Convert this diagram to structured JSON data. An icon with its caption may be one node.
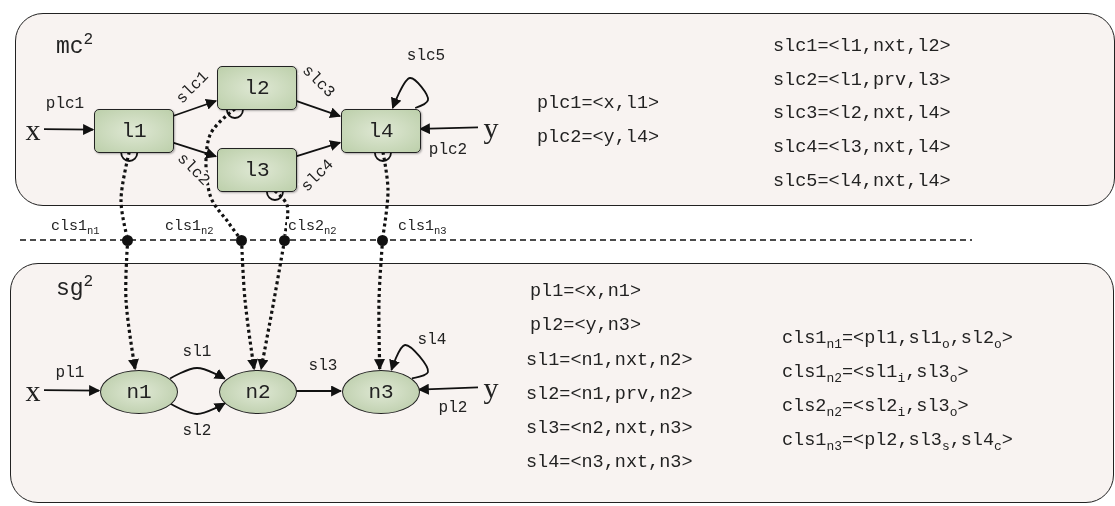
{
  "diagram": {
    "nodes": [
      {
        "text": [
          "mc$^{2}$"
        ]
      },
      {
        "text": [
          "l1"
        ],
        "in": 0
      },
      {
        "text": [
          "l2"
        ],
        "in": 0
      },
      {
        "text": [
          "l3"
        ],
        "in": 0
      },
      {
        "text": [
          "l4"
        ],
        "in": 0
      },
      {
        "text": [
          "x"
        ],
        "in": 0
      },
      {
        "text": [
          "y"
        ],
        "in": 0
      },
      {
        "text": [
          "sg$^{2}$"
        ]
      },
      {
        "text": [
          "n1"
        ],
        "in": 7
      },
      {
        "text": [
          "n2"
        ],
        "in": 7
      },
      {
        "text": [
          "n3"
        ],
        "in": 7
      },
      {
        "text": [
          "x"
        ],
        "in": 7
      },
      {
        "text": [
          "y"
        ],
        "in": 7
      },
      {
        "text": [],
        "shape": "circle",
        "beside": [
          "cls1$_{n1}$"
        ]
      },
      {
        "text": [],
        "shape": "circle",
        "beside": [
          "cls1$_{n2}$"
        ]
      },
      {
        "text": [],
        "shape": "circle",
        "beside": [
          "cls2$_{n2}$"
        ]
      },
      {
        "text": [],
        "shape": "circle",
        "beside": [
          "cls1$_{n3}$"
        ]
      }
    ],
    "edges": [
      {
        "from": 5,
        "to": 1,
        "arrow": "to",
        "label": "plc1"
      },
      {
        "from": 1,
        "to": 2,
        "arrow": "to",
        "label": "slc1"
      },
      {
        "from": 1,
        "to": 3,
        "arrow": "to",
        "label": "slc2"
      },
      {
        "from": 2,
        "to": 4,
        "arrow": "to",
        "label": "slc3"
      },
      {
        "from": 3,
        "to": 4,
        "arrow": "to",
        "label": "slc4"
      },
      {
        "from": 4,
        "to": 4,
        "arrow": "to",
        "label": "slc5"
      },
      {
        "from": 6,
        "to": 4,
        "arrow": "to",
        "label": "plc2"
      },
      {
        "from": 11,
        "to": 8,
        "arrow": "to",
        "label": "pl1"
      },
      {
        "from": 8,
        "to": 9,
        "arrow": "to",
        "label": "sl1"
      },
      {
        "from": 8,
        "to": 9,
        "arrow": "to",
        "label": "sl2"
      },
      {
        "from": 9,
        "to": 10,
        "arrow": "to",
        "label": "sl3"
      },
      {
        "from": 10,
        "to": 10,
        "arrow": "to",
        "label": "sl4"
      },
      {
        "from": 12,
        "to": 10,
        "arrow": "to",
        "label": "pl2"
      },
      {
        "from": 1,
        "to": 13,
        "arrow": "none",
        "style": "dashed"
      },
      {
        "from": 13,
        "to": 8,
        "arrow": "to",
        "style": "dashed"
      },
      {
        "from": 2,
        "to": 14,
        "arrow": "none",
        "style": "dashed"
      },
      {
        "from": 14,
        "to": 9,
        "arrow": "to",
        "style": "dashed"
      },
      {
        "from": 3,
        "to": 15,
        "arrow": "none",
        "style": "dashed"
      },
      {
        "from": 15,
        "to": 9,
        "arrow": "to",
        "style": "dashed"
      },
      {
        "from": 4,
        "to": 16,
        "arrow": "none",
        "style": "dashed"
      },
      {
        "from": 16,
        "to": 10,
        "arrow": "to",
        "style": "dashed"
      }
    ],
    "labels": [
      "plc1=<x,l1>",
      "plc2=<y,l4>",
      "slc1=<l1,nxt,l2>",
      "slc2=<l1,prv,l3>",
      "slc3=<l2,nxt,l4>",
      "slc4=<l3,nxt,l4>",
      "slc5=<l4,nxt,l4>",
      "pl1=<x,n1>",
      "pl2=<y,n3>",
      "sl1=<n1,nxt,n2>",
      "sl2=<n1,prv,n2>",
      "sl3=<n2,nxt,n3>",
      "sl4=<n3,nxt,n3>",
      "cls1$_{n1}$=<pl1,sl1$_{o}$,sl2$_{o}$>",
      "cls1$_{n2}$=<sl1$_{i}$,sl3$_{o}$>",
      "cls2$_{n2}$=<sl2$_{i}$,sl3$_{o}$>",
      "cls1$_{n3}$=<pl2,sl3$_{s}$,sl4$_{c}$>"
    ]
  }
}
